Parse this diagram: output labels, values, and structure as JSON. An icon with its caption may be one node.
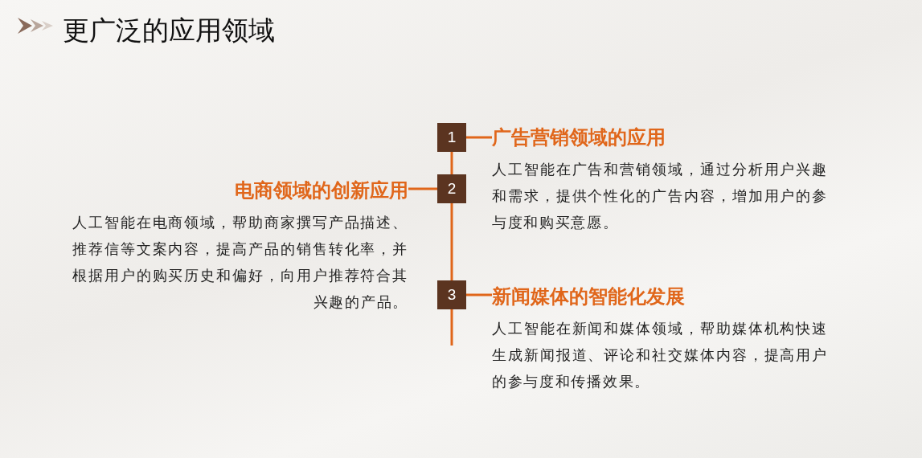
{
  "diagram": {
    "title": "更广泛的应用领域",
    "nodes": [
      {
        "text": [
          "1"
        ]
      },
      {
        "text": [
          "2"
        ]
      },
      {
        "text": [
          "3"
        ]
      },
      {
        "text": [
          "广告营销领域的应用",
          "人工智能在广告和营销领域，通过分析用户兴趣和需求，提供个性化的广告内容，增加用户的参与度和购买意愿。"
        ]
      },
      {
        "text": [
          "电商领域的创新应用",
          "人工智能在电商领域，帮助商家撰写产品描述、推荐信等文案内容，提高产品的销售转化率，并根据用户的购买历史和偏好，向用户推荐符合其兴趣的产品。"
        ]
      },
      {
        "text": [
          "新闻媒体的智能化发展",
          "人工智能在新闻和媒体领域，帮助媒体机构快速生成新闻报道、评论和社交媒体内容，提高用户的参与度和传播效果。"
        ]
      }
    ],
    "edges": [
      {
        "from": 0,
        "to": 1,
        "arrow": "none"
      },
      {
        "from": 1,
        "to": 2,
        "arrow": "none"
      },
      {
        "from": 2,
        "to": null,
        "arrow": "none"
      },
      {
        "from": 0,
        "to": 3,
        "arrow": "none"
      },
      {
        "from": 1,
        "to": 4,
        "arrow": "none"
      },
      {
        "from": 2,
        "to": 5,
        "arrow": "none"
      }
    ]
  }
}
